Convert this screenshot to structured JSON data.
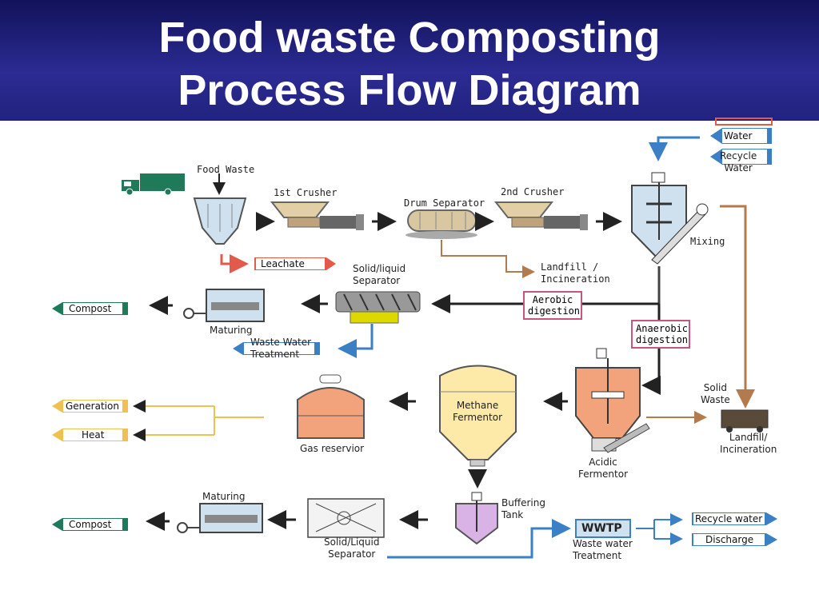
{
  "title": {
    "line1": "Food waste Composting",
    "line2": "Process Flow Diagram"
  },
  "colors": {
    "title_bg": "#22227e",
    "flow_black": "#222222",
    "flow_blue": "#3b7fc4",
    "flow_brown": "#b27a4d",
    "flow_gold": "#f0c050",
    "leachate_red": "#e25a4a",
    "compost_green": "#1f7a5a",
    "label_box_border": "#c8557d"
  },
  "inputs": {
    "water": "Water",
    "recycle_water": "Recycle\nWater"
  },
  "equipment": {
    "food_waste": "Food Waste",
    "first_crusher": "1st Crusher",
    "drum_separator": "Drum Separator",
    "second_crusher": "2nd Crusher",
    "mixing": "Mixing",
    "solid_liquid_separator_top": "Solid/liquid\nSeparator",
    "maturing_top": "Maturing",
    "waste_water_treatment_top": "Waste Water\nTreatment",
    "methane_fermentor": "Methane\nFermentor",
    "gas_reservior": "Gas reservior",
    "acidic_fermentor": "Acidic\nFermentor",
    "buffering_tank": "Buffering\nTank",
    "solid_liquid_separator_bottom": "Solid/Liquid\nSeparator",
    "maturing_bottom": "Maturing",
    "wwtp": "WWTP",
    "waste_water_treatment_bottom": "Waste water\nTreatment"
  },
  "outputs": {
    "leachate": "Leachate",
    "landfill_incineration_top": "Landfill /\nIncineration",
    "compost_top": "Compost",
    "generation": "Generation",
    "heat": "Heat",
    "compost_bottom": "Compost",
    "solid_waste": "Solid\nWaste",
    "landfill_incineration_right": "Landfill/\nIncineration",
    "recycle_water": "Recycle water",
    "discharge": "Discharge"
  },
  "routes": {
    "aerobic_digestion": "Aerobic\ndigestion",
    "anaerobic_digestion": "Anaerobic\ndigestion"
  }
}
